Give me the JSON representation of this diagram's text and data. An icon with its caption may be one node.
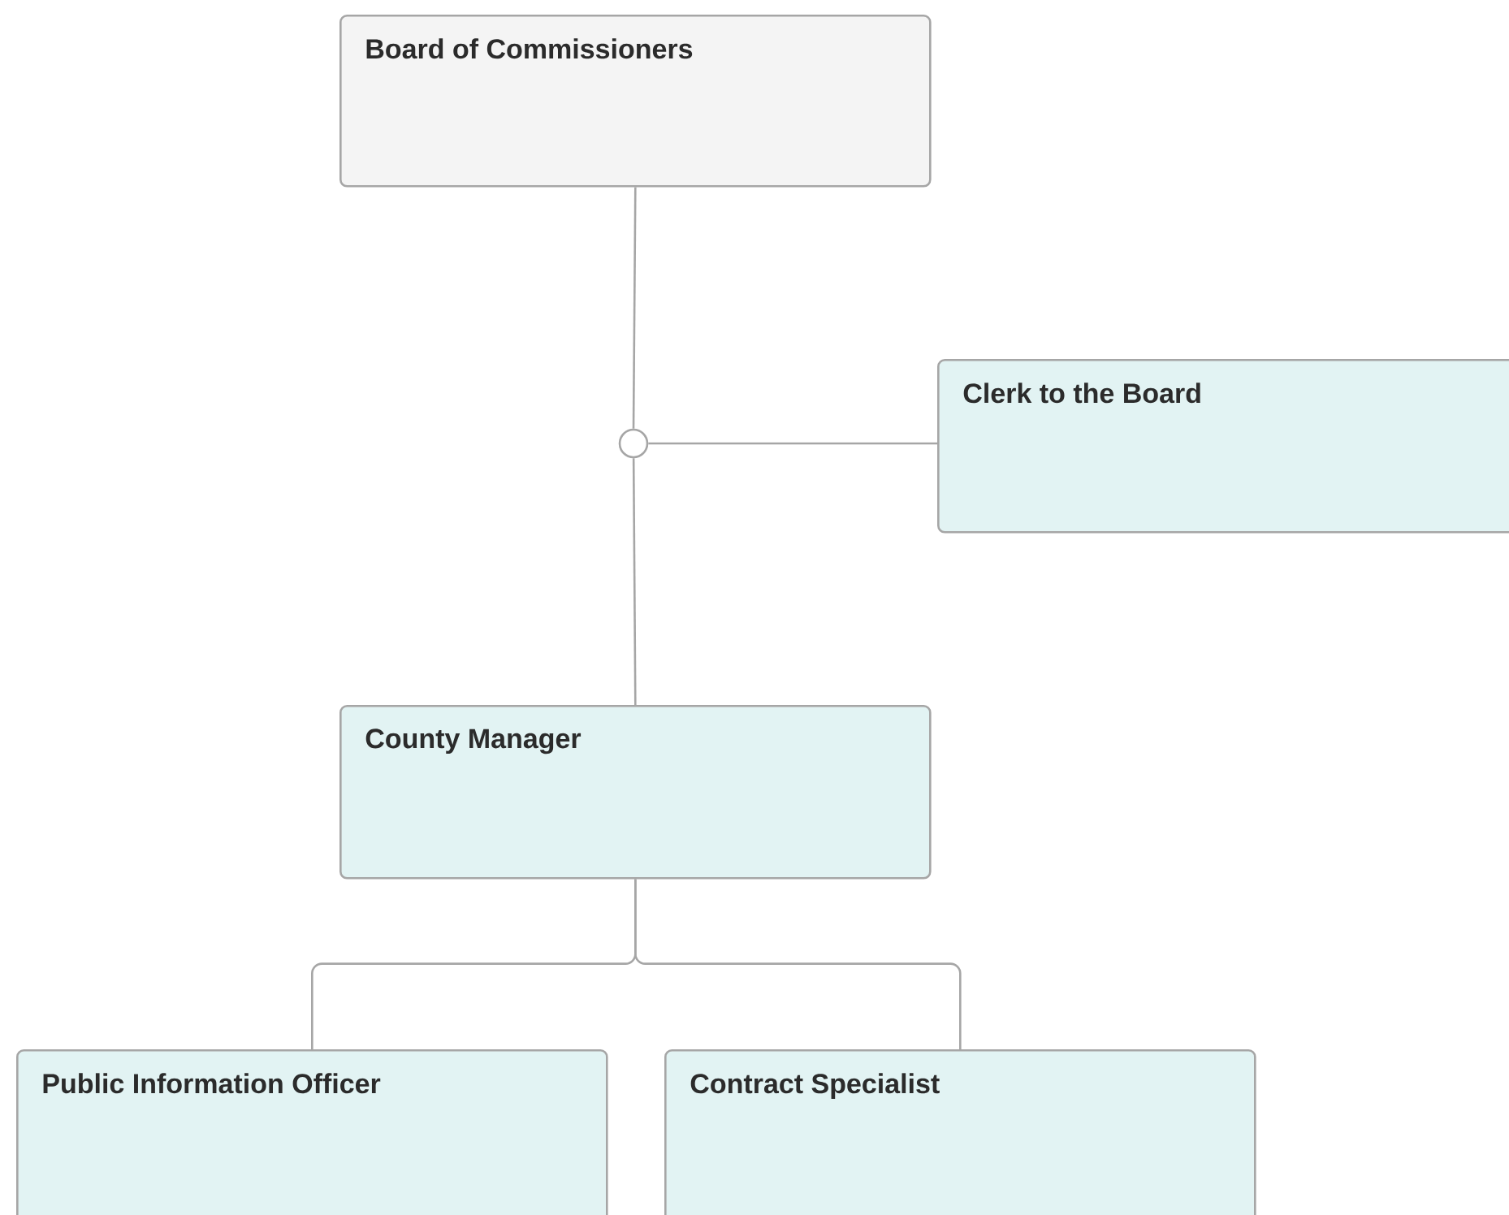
{
  "diagram": {
    "nodes": [
      {
        "text": [
          "Board of Commissioners"
        ]
      },
      {
        "text": [
          "Clerk to the Board"
        ]
      },
      {
        "text": [],
        "shape": "circle"
      },
      {
        "text": [
          "County Manager"
        ]
      },
      {
        "text": [
          "Public Information Officer"
        ]
      },
      {
        "text": [
          "Contract Specialist"
        ]
      }
    ],
    "edges": [
      {
        "from": 0,
        "to": 2,
        "arrow": "none"
      },
      {
        "from": 2,
        "to": 3,
        "arrow": "none"
      },
      {
        "from": 2,
        "to": 1,
        "arrow": "none"
      },
      {
        "from": 3,
        "to": 4,
        "arrow": "none"
      },
      {
        "from": 3,
        "to": 5,
        "arrow": "none"
      }
    ]
  }
}
